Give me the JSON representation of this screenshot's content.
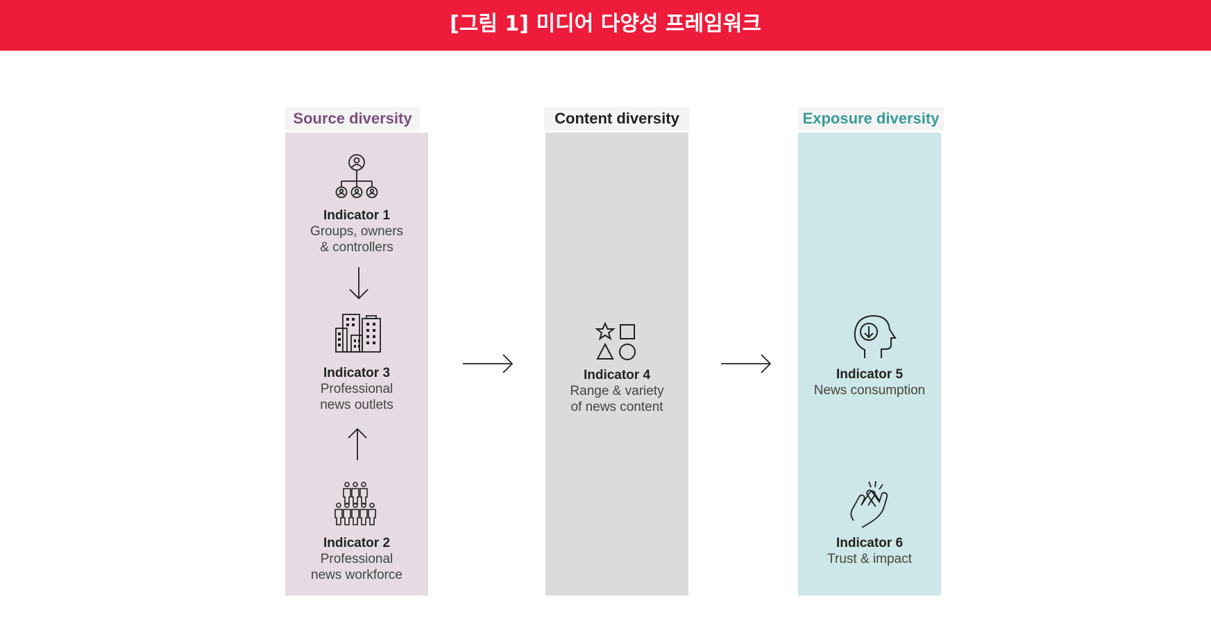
{
  "header": {
    "title": "[그림 1] 미디어 다양성 프레임워크"
  },
  "colors": {
    "banner": "#ee1b3a",
    "source": "#7b4f7e",
    "source_bg": "#e6dbe3",
    "content_bg": "#dcdbdc",
    "exposure": "#3a9a9a",
    "exposure_bg": "#cde6e7"
  },
  "columns": {
    "source": {
      "title": "Source diversity",
      "indicator1": {
        "label": "Indicator 1",
        "desc": "Groups, owners\n& controllers",
        "icon": "org-chart-icon"
      },
      "indicator3": {
        "label": "Indicator 3",
        "desc": "Professional\nnews outlets",
        "icon": "buildings-icon"
      },
      "indicator2": {
        "label": "Indicator 2",
        "desc": "Professional\nnews workforce",
        "icon": "people-group-icon"
      }
    },
    "content": {
      "title": "Content diversity",
      "indicator4": {
        "label": "Indicator 4",
        "desc": "Range & variety\nof news content",
        "icon": "shapes-icon"
      }
    },
    "exposure": {
      "title": "Exposure diversity",
      "indicator5": {
        "label": "Indicator 5",
        "desc": "News consumption",
        "icon": "head-icon"
      },
      "indicator6": {
        "label": "Indicator 6",
        "desc": "Trust & impact",
        "icon": "clapping-hands-icon"
      }
    }
  }
}
